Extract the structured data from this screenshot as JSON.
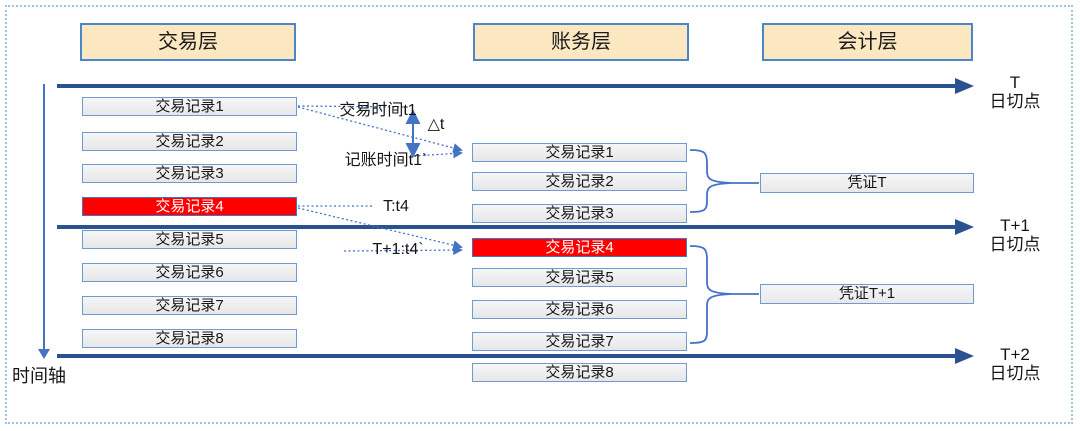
{
  "diagram": {
    "headers": {
      "transaction": "交易层",
      "ledger": "账务层",
      "bookkeeping": "会计层"
    },
    "cutoff_labels": [
      {
        "line1": "T",
        "line2": "日切点"
      },
      {
        "line1": "T+1",
        "line2": "日切点"
      },
      {
        "line1": "T+2",
        "line2": "日切点"
      }
    ],
    "time_axis_label": "时间轴",
    "transaction_records": [
      "交易记录1",
      "交易记录2",
      "交易记录3",
      "交易记录4",
      "交易记录5",
      "交易记录6",
      "交易记录7",
      "交易记录8"
    ],
    "ledger_records": [
      "交易记录1",
      "交易记录2",
      "交易记录3",
      "交易记录4",
      "交易记录5",
      "交易记录6",
      "交易记录7",
      "交易记录8"
    ],
    "vouchers": {
      "voucher_t": "凭证T",
      "voucher_t1": "凭证T+1"
    },
    "annotations": {
      "trade_time": "交易时间t1",
      "delta_t": "△t",
      "booking_time": "记账时间t1`",
      "t_t4": "T:t4",
      "t1_t4": "T+1:t4`"
    },
    "highlighted_record": "交易记录4",
    "colors": {
      "timeline_blue": "#2A5290",
      "accent_blue": "#4472C4",
      "box_border": "#6C9BD2",
      "box_fill": "#EDEDED",
      "highlight_red": "#FE0000",
      "header_fill": "#FCE8C0",
      "header_border": "#4A86C8",
      "frame_dotted": "#9DC3E6"
    }
  }
}
